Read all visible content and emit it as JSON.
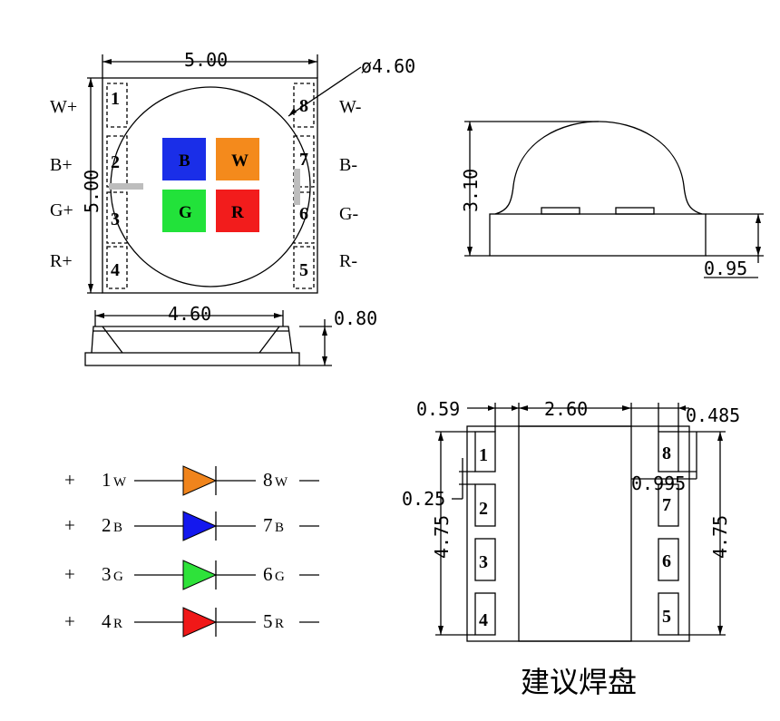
{
  "top_view": {
    "width_dim": "5.00",
    "height_dim": "5.00",
    "lens_dim": "ø4.60",
    "left_labels": [
      "W+",
      "B+",
      "G+",
      "R+"
    ],
    "right_labels": [
      "W-",
      "B-",
      "G-",
      "R-"
    ],
    "pins_left": [
      "1",
      "2",
      "3",
      "4"
    ],
    "pins_right": [
      "8",
      "7",
      "6",
      "5"
    ],
    "chips": [
      {
        "label": "B",
        "color": "#1a2ee8"
      },
      {
        "label": "W",
        "color": "#f48a1c"
      },
      {
        "label": "G",
        "color": "#22e23a"
      },
      {
        "label": "R",
        "color": "#f21c1c"
      }
    ]
  },
  "side_view": {
    "width_dim": "4.60",
    "height_dim": "0.80"
  },
  "profile_view": {
    "height_dim": "3.10",
    "base_dim": "0.95"
  },
  "schematic": {
    "rows": [
      {
        "in_num": "1",
        "in_col": "W",
        "out_num": "8",
        "out_col": "W",
        "color": "#f0841c"
      },
      {
        "in_num": "2",
        "in_col": "B",
        "out_num": "7",
        "out_col": "B",
        "color": "#1418ee"
      },
      {
        "in_num": "3",
        "in_col": "G",
        "out_num": "6",
        "out_col": "G",
        "color": "#2ee23a"
      },
      {
        "in_num": "4",
        "in_col": "R",
        "out_num": "5",
        "out_col": "R",
        "color": "#f01818"
      }
    ]
  },
  "pad_layout": {
    "dim_pad": "0.59",
    "dim_center": "2.60",
    "dim_right": "0.485",
    "dim_gap": "0.995",
    "dim_small": "0.25",
    "dim_left_h": "4.75",
    "dim_right_h": "4.75",
    "pins_left": [
      "1",
      "2",
      "3",
      "4"
    ],
    "pins_right": [
      "8",
      "7",
      "6",
      "5"
    ],
    "caption": "建议焊盘"
  }
}
